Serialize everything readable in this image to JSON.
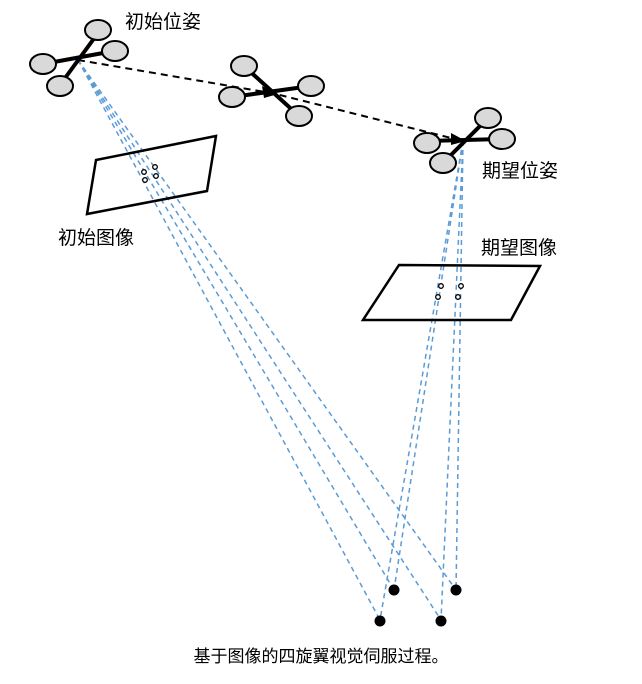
{
  "labels": {
    "initial_pose": "初始位姿",
    "desired_pose": "期望位姿",
    "initial_image": "初始图像",
    "desired_image": "期望图像"
  },
  "caption": "基于图像的四旋翼视觉伺服过程。",
  "colors": {
    "projection_line": "#5b9bd5",
    "rotor_fill": "#d9d9d9",
    "stroke": "#000000"
  },
  "drone_count": 3,
  "feature_point_count": 4
}
